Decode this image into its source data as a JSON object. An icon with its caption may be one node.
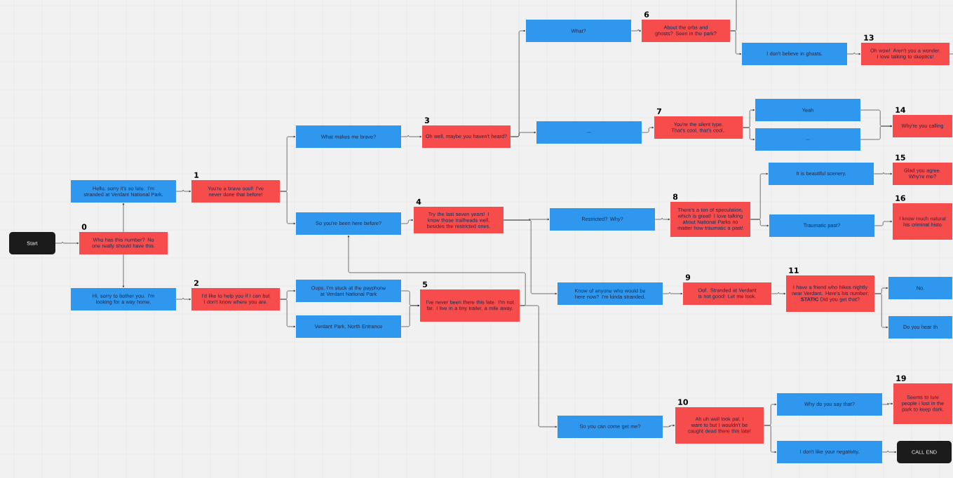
{
  "diagram": {
    "nodes": [
      {
        "text": [
          "Start"
        ]
      },
      {
        "text": [
          "Who has this number? No one really should have this."
        ],
        "beside": [
          "0"
        ]
      },
      {
        "text": [
          "Hello, sorry it's so late. I'm stranded at Verdant National Park."
        ]
      },
      {
        "text": [
          "Hi, sorry to bother you. I'm looking for a way home."
        ]
      },
      {
        "text": [
          "You're a brave soul! I've never done that before!"
        ],
        "beside": [
          "1"
        ]
      },
      {
        "text": [
          "I'd like to help you if I can but I don't know where you are."
        ],
        "beside": [
          "2"
        ]
      },
      {
        "text": [
          "What makes me brave?"
        ]
      },
      {
        "text": [
          "So you're been here before?"
        ]
      },
      {
        "text": [
          "Oops, I'm stuck at the payphone at Verdant National Park"
        ]
      },
      {
        "text": [
          "Verdant Park, North Entrance"
        ]
      },
      {
        "text": [
          "Oh well, maybe you haven't heard?"
        ],
        "beside": [
          "3"
        ]
      },
      {
        "text": [
          "Try the last seven years! I know those trailheads well, besides the restricted ones."
        ],
        "beside": [
          "4"
        ]
      },
      {
        "text": [
          "I've never been there this late. I'm not far. I live in a tiny trailer, a mile away."
        ],
        "beside": [
          "5"
        ]
      },
      {
        "text": [
          "What?"
        ]
      },
      {
        "text": [
          "..."
        ]
      },
      {
        "text": [
          "About the orbs and ghosts? Seen in the park?"
        ],
        "beside": [
          "6"
        ]
      },
      {
        "text": [
          "You're the silent type. That's cool, that's cool.."
        ],
        "beside": [
          "7"
        ]
      },
      {
        "text": [
          "Restricted? Why?"
        ]
      },
      {
        "text": [
          "Know of anyone who would be here now? I'm kinda stranded."
        ]
      },
      {
        "text": [
          "So you can come get me?"
        ]
      },
      {
        "text": [
          "I don't believe in ghosts."
        ]
      },
      {
        "text": [
          "Yeah"
        ]
      },
      {
        "text": [
          "..."
        ]
      },
      {
        "text": [
          "It is beautiful scenery."
        ]
      },
      {
        "text": [
          "There's a ton of speculation, which is great! I love talking about National Parks no matter how traumatic a past!"
        ],
        "beside": [
          "8"
        ]
      },
      {
        "text": [
          "Traumatic past?"
        ]
      },
      {
        "text": [
          "Oof. Stranded at Verdant is not good! Let me look."
        ],
        "beside": [
          "9"
        ]
      },
      {
        "text": [
          "I have a friend who hikes nightly near Verdant. Here's his number: **STATIC** Did you get that?"
        ],
        "beside": [
          "11"
        ]
      },
      {
        "text": [
          "Ah uh well look pal, I want to but I wouldn't be caught dead there this late!"
        ],
        "beside": [
          "10"
        ]
      },
      {
        "text": [
          "Oh wow! Aren't you a wonder. I love talking to skeptics!"
        ],
        "beside": [
          "13"
        ]
      },
      {
        "text": [
          "Why're you calling"
        ],
        "beside": [
          "14"
        ]
      },
      {
        "text": [
          "Glad you agree. Why're me?"
        ],
        "beside": [
          "15"
        ]
      },
      {
        "text": [
          "I know much natural his criminal histo"
        ],
        "beside": [
          "16"
        ]
      },
      {
        "text": [
          "No."
        ]
      },
      {
        "text": [
          "Do you hear th"
        ]
      },
      {
        "text": [
          "Why do you say that?"
        ]
      },
      {
        "text": [
          "I don't like your negativity."
        ]
      },
      {
        "text": [
          "Seems to lure people i lost in the park to keep dark."
        ],
        "beside": [
          "19"
        ]
      },
      {
        "text": [
          "CALL END"
        ]
      }
    ],
    "edges": [
      {
        "from": 0,
        "to": 1,
        "arrow": "to"
      },
      {
        "from": 1,
        "to": 2,
        "arrow": "to"
      },
      {
        "from": 1,
        "to": 3,
        "arrow": "to"
      },
      {
        "from": 2,
        "to": 4,
        "arrow": "to"
      },
      {
        "from": 3,
        "to": 5,
        "arrow": "to"
      },
      {
        "from": 4,
        "to": 6,
        "arrow": "to"
      },
      {
        "from": 4,
        "to": 7,
        "arrow": "to"
      },
      {
        "from": 5,
        "to": 8,
        "arrow": "to"
      },
      {
        "from": 5,
        "to": 9,
        "arrow": "to"
      },
      {
        "from": 6,
        "to": 10,
        "arrow": "to"
      },
      {
        "from": 7,
        "to": 11,
        "arrow": "to"
      },
      {
        "from": 8,
        "to": 12,
        "arrow": "to"
      },
      {
        "from": 9,
        "to": 12,
        "arrow": "to"
      },
      {
        "from": 10,
        "to": 13,
        "arrow": "to"
      },
      {
        "from": 10,
        "to": 14,
        "arrow": "to"
      },
      {
        "from": 11,
        "to": 17,
        "arrow": "to"
      },
      {
        "from": 11,
        "to": 18,
        "arrow": "to"
      },
      {
        "from": 12,
        "to": 7,
        "arrow": "to"
      },
      {
        "from": 12,
        "to": 19,
        "arrow": "to"
      },
      {
        "from": 13,
        "to": 15,
        "arrow": "to"
      },
      {
        "from": 14,
        "to": 16,
        "arrow": "to"
      },
      {
        "from": 15,
        "to": null,
        "arrow": "none"
      },
      {
        "from": 15,
        "to": 20,
        "arrow": "to"
      },
      {
        "from": 16,
        "to": 21,
        "arrow": "to"
      },
      {
        "from": 16,
        "to": 22,
        "arrow": "to"
      },
      {
        "from": 21,
        "to": 30,
        "arrow": "to"
      },
      {
        "from": 22,
        "to": 30,
        "arrow": "to"
      },
      {
        "from": 17,
        "to": 24,
        "arrow": "to"
      },
      {
        "from": 24,
        "to": 23,
        "arrow": "to"
      },
      {
        "from": 24,
        "to": 25,
        "arrow": "to"
      },
      {
        "from": 23,
        "to": 31,
        "arrow": "to"
      },
      {
        "from": 25,
        "to": 32,
        "arrow": "to"
      },
      {
        "from": 18,
        "to": 26,
        "arrow": "to"
      },
      {
        "from": 26,
        "to": 27,
        "arrow": "to"
      },
      {
        "from": 27,
        "to": 33,
        "arrow": "to"
      },
      {
        "from": 27,
        "to": 34,
        "arrow": "to"
      },
      {
        "from": 19,
        "to": 28,
        "arrow": "to"
      },
      {
        "from": 28,
        "to": 35,
        "arrow": "to"
      },
      {
        "from": 28,
        "to": 36,
        "arrow": "to"
      },
      {
        "from": 35,
        "to": 37,
        "arrow": "to"
      },
      {
        "from": 36,
        "to": 38,
        "arrow": "to"
      },
      {
        "from": 20,
        "to": 29,
        "arrow": "to"
      },
      {
        "from": 29,
        "to": null,
        "arrow": "none"
      }
    ]
  }
}
